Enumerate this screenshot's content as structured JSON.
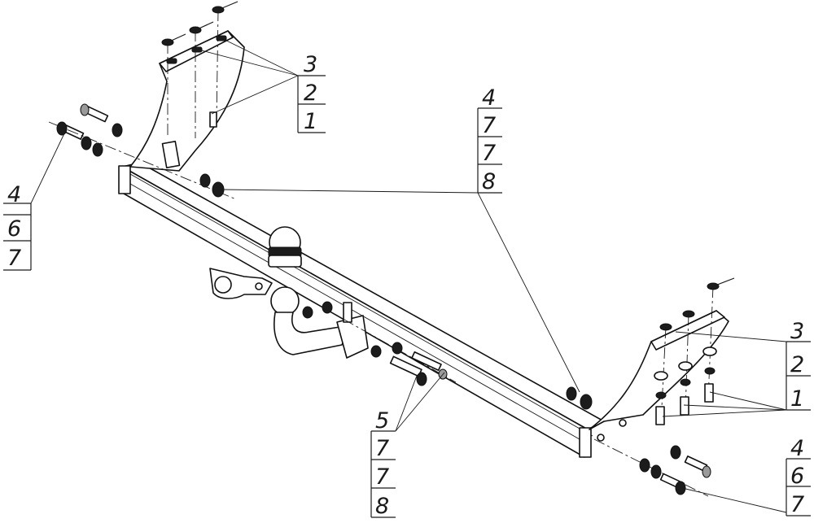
{
  "callouts": [
    {
      "id": "top-right-bracket",
      "labels": [
        "3",
        "2",
        "1"
      ]
    },
    {
      "id": "center-top",
      "labels": [
        "4",
        "7",
        "7",
        "8"
      ]
    },
    {
      "id": "left",
      "labels": [
        "4",
        "6",
        "7"
      ]
    },
    {
      "id": "bottom-center",
      "labels": [
        "5",
        "7",
        "7",
        "8"
      ]
    },
    {
      "id": "right-bracket",
      "labels": [
        "3",
        "2",
        "1"
      ]
    },
    {
      "id": "bottom-right",
      "labels": [
        "4",
        "6",
        "7"
      ]
    }
  ]
}
